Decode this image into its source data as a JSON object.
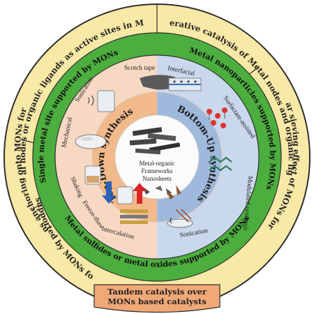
{
  "outer_ring": {
    "top_left": "Metal nodes or organic ligands as active sites in MONs",
    "top_right": "Cooperative catalysis of Metal nodes and organic ligands",
    "left": "Metal ions anchoring onto MONs for catalysis",
    "right": "Molecular sieving effect of MONs for catalysis",
    "bottom_left": "Metal NPs supported by MONs for catalysis",
    "bottom": [
      "Tandem catalysis over",
      "MONs based catalysts"
    ]
  },
  "green_ring": {
    "left": "Single metal site supported by MONs",
    "right": "Metal nanoparticles supported by MONs",
    "bottom": "Metal sulfides or metal oxides supported by MONs"
  },
  "methods": {
    "top_down": [
      "Scotch tape",
      "Sonication",
      "Mechanical",
      "Shaking",
      "Freeze-thaw",
      "Intercalation"
    ],
    "bottom_up": [
      "Interfacial",
      "Surfactant-assisted",
      "Modulated synthesis",
      "Sonication"
    ]
  },
  "synthesis": {
    "top_down": "Top-Down synthesis",
    "bottom_up": "Bottom-Up synthesis"
  },
  "center": {
    "lines": [
      "Metal-organic",
      "Frameworks",
      "Nanosheets"
    ]
  },
  "colors": {
    "outer_ring": "#f9e9a6",
    "green_ring": "#4cae3e",
    "top_down_bg": "#f7d9c3",
    "bottom_up_bg": "#c9d8ec",
    "synth_ring_left": "#f2b98a",
    "synth_ring_right": "#9fb9dc",
    "tandem_bg": "#f0a877",
    "border": "#2e2e2e"
  }
}
